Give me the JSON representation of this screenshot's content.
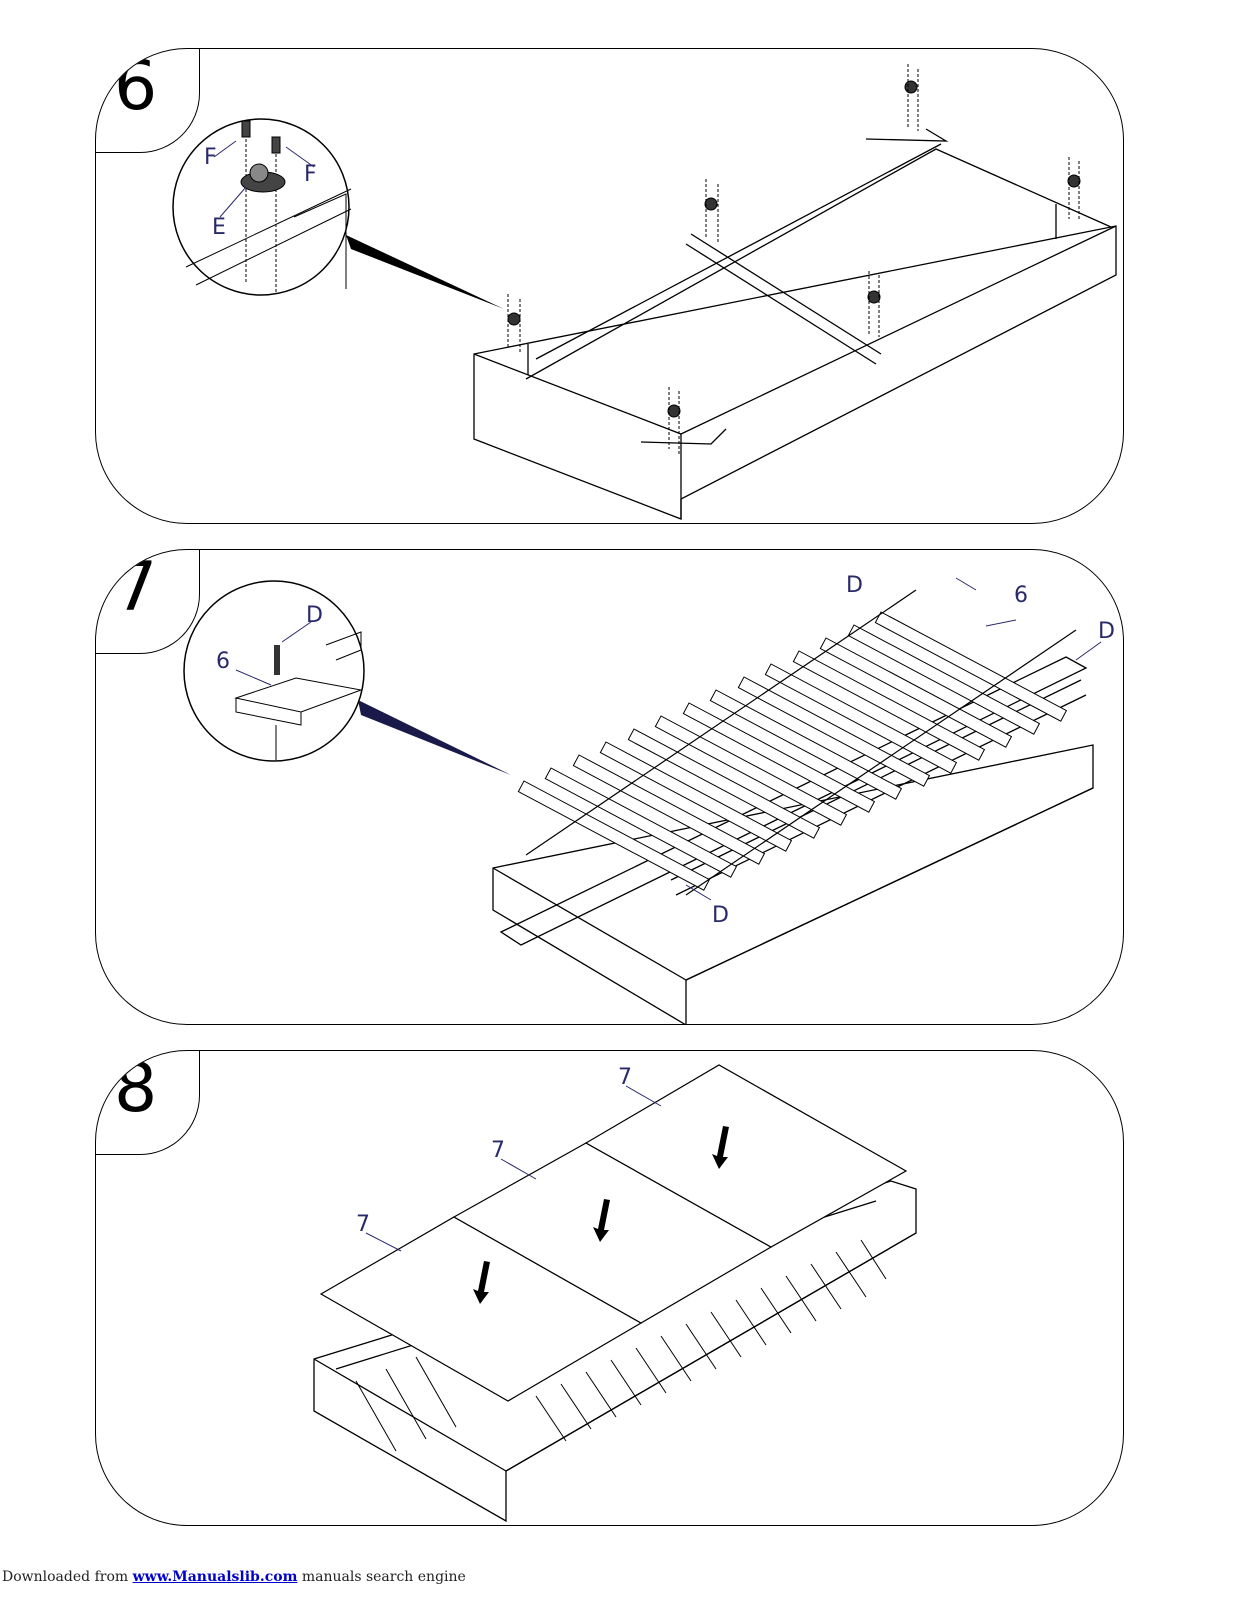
{
  "steps": [
    {
      "number": "6",
      "labels": {
        "f1": "F",
        "f2": "F",
        "e": "E"
      }
    },
    {
      "number": "7",
      "labels": {
        "d1": "D",
        "six": "6",
        "d_top": "D",
        "six_top": "6",
        "d_right": "D",
        "d_bottom": "D"
      }
    },
    {
      "number": "8",
      "labels": {
        "p1": "7",
        "p2": "7",
        "p3": "7"
      }
    }
  ],
  "footer": {
    "prefix": "Downloaded from ",
    "link": "www.Manualslib.com",
    "suffix": " manuals search engine"
  }
}
